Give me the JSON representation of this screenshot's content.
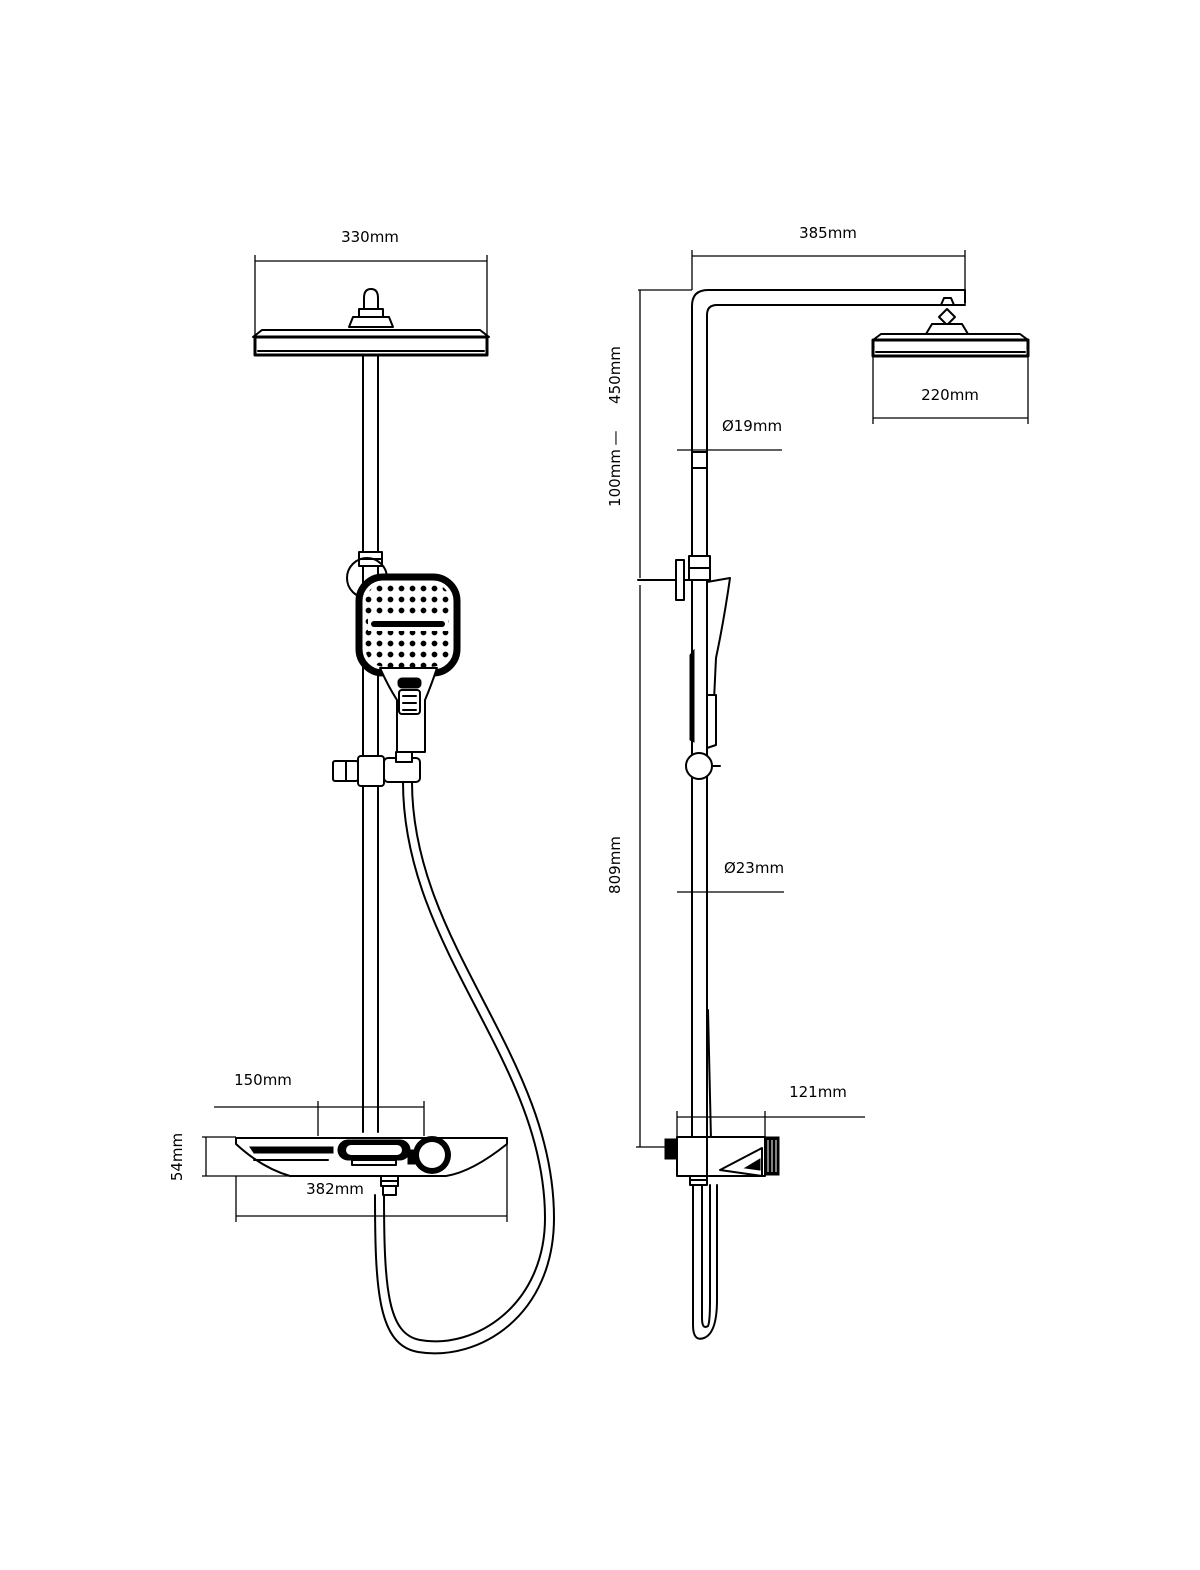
{
  "front_view": {
    "overhead_width": "330mm",
    "shelf_segment": "150mm",
    "shelf_height": "54mm",
    "shelf_width": "382mm"
  },
  "side_view": {
    "arm_reach": "385mm",
    "head_diameter": "220mm",
    "pipe_upper_diameter": "Ø19mm",
    "pipe_lower_diameter": "Ø23mm",
    "height_adjust_max": "450mm",
    "height_adjust_sep": "—",
    "height_adjust_min": "100mm",
    "lower_height": "809mm",
    "valve_depth": "121mm"
  }
}
